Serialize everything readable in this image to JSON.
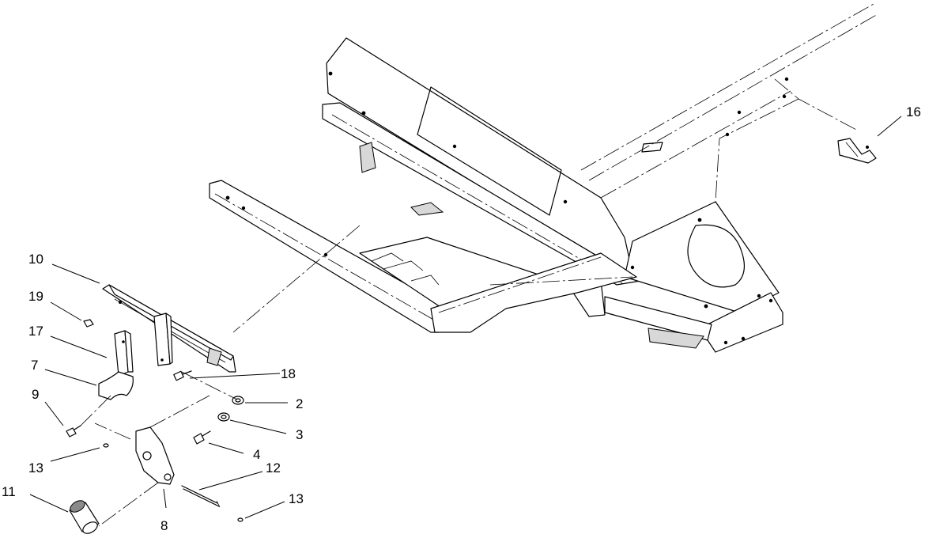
{
  "callouts": [
    {
      "id": "c10",
      "label": "10"
    },
    {
      "id": "c19",
      "label": "19"
    },
    {
      "id": "c17",
      "label": "17"
    },
    {
      "id": "c7",
      "label": "7"
    },
    {
      "id": "c9",
      "label": "9"
    },
    {
      "id": "c13a",
      "label": "13"
    },
    {
      "id": "c11",
      "label": "11"
    },
    {
      "id": "c8",
      "label": "8"
    },
    {
      "id": "c12",
      "label": "12"
    },
    {
      "id": "c13b",
      "label": "13"
    },
    {
      "id": "c4",
      "label": "4"
    },
    {
      "id": "c3",
      "label": "3"
    },
    {
      "id": "c2",
      "label": "2"
    },
    {
      "id": "c18",
      "label": "18"
    },
    {
      "id": "c16",
      "label": "16"
    }
  ]
}
